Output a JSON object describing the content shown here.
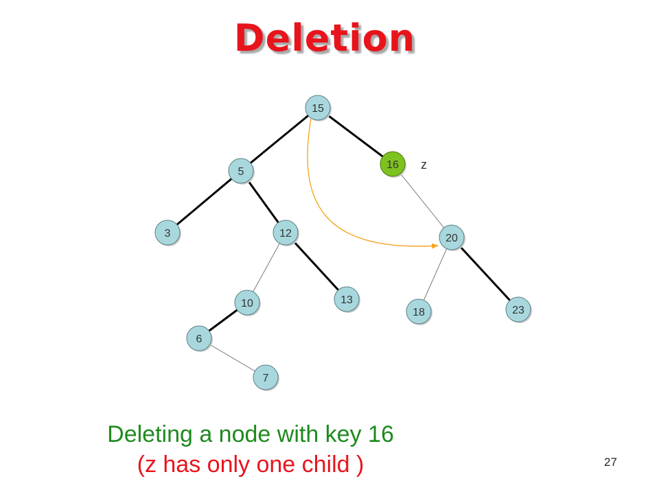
{
  "title": "Deletion",
  "nodes": [
    {
      "id": "15",
      "label": "15",
      "highlight": false
    },
    {
      "id": "5",
      "label": "5",
      "highlight": false
    },
    {
      "id": "16",
      "label": "16",
      "highlight": true
    },
    {
      "id": "3",
      "label": "3",
      "highlight": false
    },
    {
      "id": "12",
      "label": "12",
      "highlight": false
    },
    {
      "id": "20",
      "label": "20",
      "highlight": false
    },
    {
      "id": "10",
      "label": "10",
      "highlight": false
    },
    {
      "id": "13",
      "label": "13",
      "highlight": false
    },
    {
      "id": "18",
      "label": "18",
      "highlight": false
    },
    {
      "id": "23",
      "label": "23",
      "highlight": false
    },
    {
      "id": "6",
      "label": "6",
      "highlight": false
    },
    {
      "id": "7",
      "label": "7",
      "highlight": false
    }
  ],
  "edges": [
    {
      "from": "15",
      "to": "5",
      "style": "thick"
    },
    {
      "from": "15",
      "to": "16",
      "style": "thick"
    },
    {
      "from": "5",
      "to": "3",
      "style": "thick"
    },
    {
      "from": "5",
      "to": "12",
      "style": "thick"
    },
    {
      "from": "16",
      "to": "20",
      "style": "thin"
    },
    {
      "from": "12",
      "to": "10",
      "style": "thin"
    },
    {
      "from": "12",
      "to": "13",
      "style": "thick"
    },
    {
      "from": "20",
      "to": "18",
      "style": "thin"
    },
    {
      "from": "20",
      "to": "23",
      "style": "thick"
    },
    {
      "from": "10",
      "to": "6",
      "style": "thick"
    },
    {
      "from": "6",
      "to": "7",
      "style": "thin"
    }
  ],
  "z_label": {
    "text": "z",
    "target": "16"
  },
  "splice_arrow": {
    "from": "15",
    "to": "20"
  },
  "colors": {
    "title": "#e8141c",
    "node_fill": "#a8d8dd",
    "node_stroke": "#5a7f86",
    "highlight_fill": "#7ec21f",
    "highlight_stroke": "#4a7a0c",
    "edge": "#000000",
    "arrow": "#f5a623",
    "z_label": "#e8141c",
    "caption_primary": "#1d8a1d",
    "caption_secondary": "#e8141c"
  },
  "caption": {
    "line1": "Deleting a node with key 16",
    "line2": "(z has only one child )"
  },
  "page_number": "27"
}
